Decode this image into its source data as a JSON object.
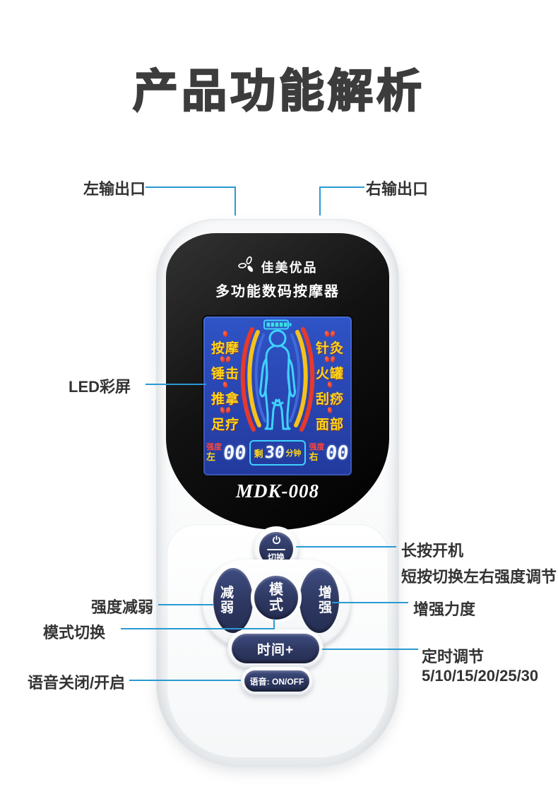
{
  "title": "产品功能解析",
  "callouts": {
    "left_output": "左输出口",
    "right_output": "右输出口",
    "led_screen": "LED彩屏",
    "power_long": "长按开机",
    "power_short": "短按切换左右强度调节",
    "decrease": "强度减弱",
    "mode": "模式切换",
    "increase": "增强力度",
    "timer": "定时调节",
    "timer_options": "5/10/15/20/25/30",
    "voice": "语音关闭/开启"
  },
  "device": {
    "brand": "佳美优品",
    "brand_logo_icon": "fan-logo-icon",
    "subtitle": "多功能数码按摩器",
    "model": "MDK-008",
    "screen": {
      "battery_icon": "battery-icon",
      "body_figure_icon": "human-body-icon",
      "modes_left": [
        {
          "label": "按摩",
          "icon": "massage-icon"
        },
        {
          "label": "锤击",
          "icon": "hammer-icon"
        },
        {
          "label": "推拿",
          "icon": "tuina-icon"
        },
        {
          "label": "足疗",
          "icon": "foot-therapy-icon"
        }
      ],
      "modes_right": [
        {
          "label": "针灸",
          "icon": "acupuncture-icon"
        },
        {
          "label": "火罐",
          "icon": "cupping-icon"
        },
        {
          "label": "刮痧",
          "icon": "guasha-icon"
        },
        {
          "label": "面部",
          "icon": "face-icon"
        }
      ],
      "intensity_left": {
        "title": "强度",
        "side": "左",
        "value": "00"
      },
      "intensity_right": {
        "title": "强度",
        "side": "右",
        "value": "00"
      },
      "timer_box": {
        "prefix": "剩",
        "value": "30",
        "unit": "分钟"
      }
    },
    "buttons": {
      "power": {
        "label": "切换",
        "icon": "power-icon"
      },
      "decrease": "减弱",
      "mode": "模式",
      "increase": "增强",
      "time": "时间+",
      "voice": "语音: ON/OFF"
    }
  },
  "colors": {
    "title_text": "#3c3c3c",
    "callout_line": "#2a9ad2",
    "screen_bg": "#2b49b8",
    "lcd_cyan": "#3fd2ff",
    "mode_text": "#ffd616",
    "mode_icon": "#e53322",
    "intensity_red": "#ff4538",
    "button_navy": "#323d6b",
    "device_body": "#ffffff",
    "panel_black": "#0a0a0a"
  }
}
